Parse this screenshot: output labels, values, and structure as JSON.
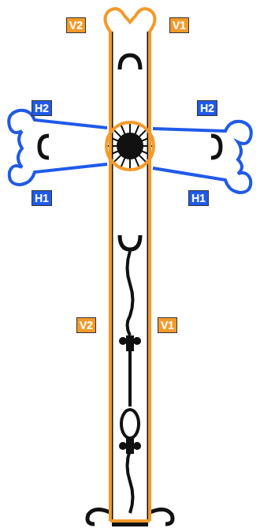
{
  "diagram": {
    "labels": [
      "V2",
      "V1",
      "H2",
      "H2",
      "H1",
      "H1",
      "V2",
      "V1"
    ]
  }
}
